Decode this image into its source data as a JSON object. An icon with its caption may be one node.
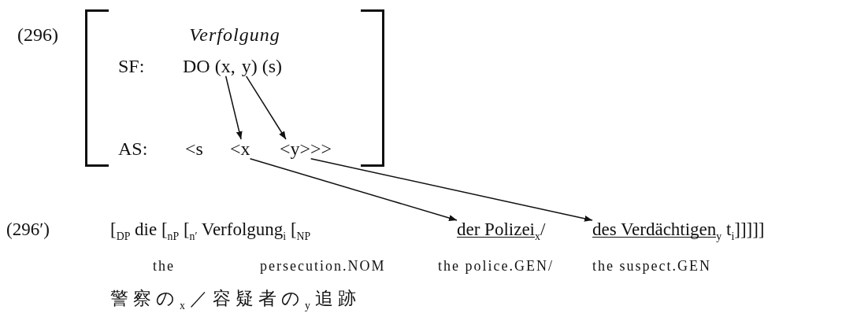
{
  "diagram": {
    "nodes": [
      {
        "text": [
          "Verfolgung"
        ]
      },
      {
        "text": [
          "x"
        ],
        "in": 0
      },
      {
        "text": [
          "y"
        ],
        "in": 0
      },
      {
        "text": [
          "<x"
        ],
        "in": 0
      },
      {
        "text": [
          "<y>>>"
        ],
        "in": 0
      },
      {
        "text": [
          "der Polizei$_{x}$/"
        ]
      },
      {
        "text": [
          "des Verdächtigen$_{y}$ t$_{i}$]]]]]"
        ]
      }
    ],
    "edges": [
      {
        "from": 1,
        "to": 3,
        "arrow": "to"
      },
      {
        "from": 2,
        "to": 4,
        "arrow": "to"
      },
      {
        "from": 3,
        "to": 5,
        "arrow": "to"
      },
      {
        "from": 4,
        "to": 6,
        "arrow": "to"
      }
    ],
    "labels": [
      "(296)",
      "SF:",
      "DO (",
      ",",
      ") (s)",
      "AS:",
      "<s",
      "(296′)",
      "[$_{DP}$ die [$_{nP}$ [$_{n′}$ Verfolgung$_{i}$ [$_{NP}$",
      "the",
      "persecution.NOM",
      "the police.GEN/",
      "the suspect.GEN",
      "警察の$_{x}$／容疑者の$_{y}$追跡"
    ]
  }
}
